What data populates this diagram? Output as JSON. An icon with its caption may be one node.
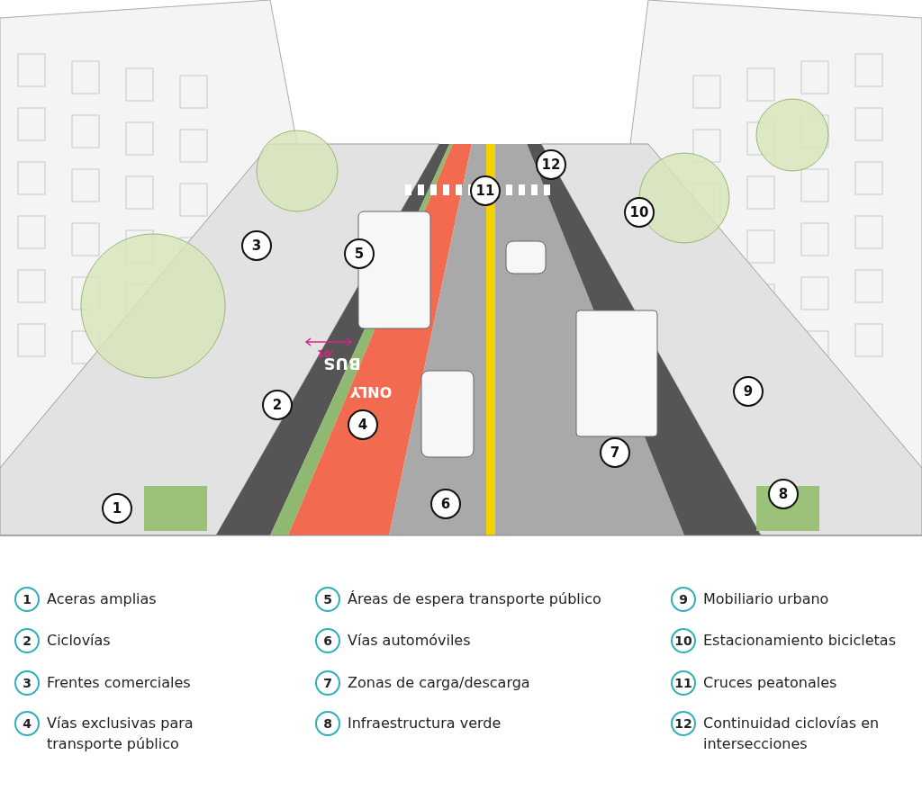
{
  "diagram": {
    "nodes": [
      {
        "text": [
          "1"
        ]
      },
      {
        "text": [
          "2"
        ]
      },
      {
        "text": [
          "3"
        ]
      },
      {
        "text": [
          "4"
        ]
      },
      {
        "text": [
          "5"
        ]
      },
      {
        "text": [
          "6"
        ]
      },
      {
        "text": [
          "7"
        ]
      },
      {
        "text": [
          "8"
        ]
      },
      {
        "text": [
          "9"
        ]
      },
      {
        "text": [
          "10"
        ]
      },
      {
        "text": [
          "11"
        ]
      },
      {
        "text": [
          "12"
        ]
      },
      {
        "text": [
          "1"
        ],
        "beside": [
          "Aceras amplias"
        ]
      },
      {
        "text": [
          "2"
        ],
        "beside": [
          "Ciclovías"
        ]
      },
      {
        "text": [
          "3"
        ],
        "beside": [
          "Frentes comerciales"
        ]
      },
      {
        "text": [
          "4"
        ],
        "beside": [
          "Vías exclusivas para transporte público"
        ]
      },
      {
        "text": [
          "5"
        ],
        "beside": [
          "Áreas de espera transporte público"
        ]
      },
      {
        "text": [
          "6"
        ],
        "beside": [
          "Vías automóviles"
        ]
      },
      {
        "text": [
          "7"
        ],
        "beside": [
          "Zonas de carga/descarga"
        ]
      },
      {
        "text": [
          "8"
        ],
        "beside": [
          "Infraestructura verde"
        ]
      },
      {
        "text": [
          "9"
        ],
        "beside": [
          "Mobiliario urbano"
        ]
      },
      {
        "text": [
          "10"
        ],
        "beside": [
          "Estacionamiento bicicletas"
        ]
      },
      {
        "text": [
          "11"
        ],
        "beside": [
          "Cruces peatonales"
        ]
      },
      {
        "text": [
          "12"
        ],
        "beside": [
          "Continuidad ciclovías en intersecciones"
        ]
      }
    ],
    "labels": [
      "10'",
      "BUS",
      "ONLY"
    ]
  }
}
